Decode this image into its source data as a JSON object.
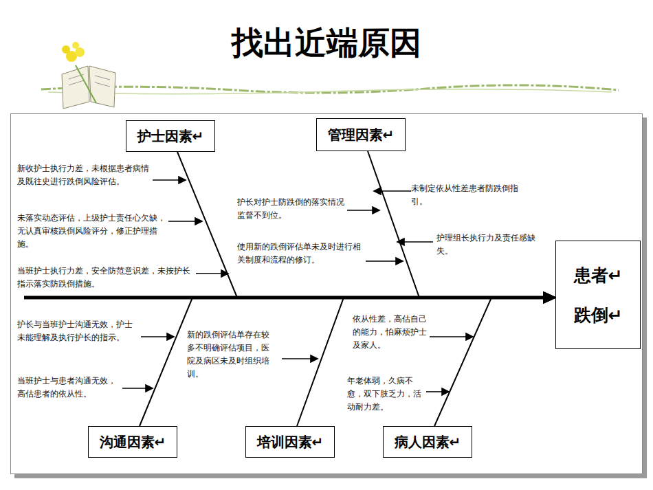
{
  "diagram": {
    "title": "找出近端原因",
    "nodes": [
      {
        "text": [
          "护士因素↵"
        ]
      },
      {
        "text": [
          "管理因素↵"
        ]
      },
      {
        "text": [
          "患者↵",
          "跌倒↵"
        ]
      },
      {
        "text": [
          "沟通因素↵"
        ]
      },
      {
        "text": [
          "培训因素↵"
        ]
      },
      {
        "text": [
          "病人因素↵"
        ]
      }
    ],
    "edges": [
      {
        "from": 0,
        "to": 2,
        "arrow": "to"
      },
      {
        "from": 1,
        "to": 2,
        "arrow": "to"
      },
      {
        "from": 3,
        "to": 2,
        "arrow": "to"
      },
      {
        "from": 4,
        "to": 2,
        "arrow": "to"
      },
      {
        "from": 5,
        "to": 2,
        "arrow": "to"
      }
    ],
    "labels": [
      "新收护士执行力差，未根据患者病情及既往史进行跌倒风险评估。",
      "未落实动态评估，上级护士责任心欠缺，无认真审核跌倒风险评分，修正护理措施。",
      "当班护士执行力差，安全防范意识差，未按护长指示落实防跌倒措施。",
      "未制定依从性差患者防跌倒指引。",
      "护长对护士防跌倒的落实情况监督不到位。",
      "护理组长执行力及责任感缺失。",
      "使用新的跌倒评估单未及时进行相关制度和流程的修订。",
      "护长与当班护士沟通无效，护士未能理解及执行护长的指示。",
      "当班护士与患者沟通无效，高估患者的依从性。",
      "新的跌倒评估单存在较多不明确评估项目，医院及病区未及时组织培训。",
      "依从性差，高估自己的能力，怕麻烦护士及家人。",
      "年老体弱，久病不愈，双下肢乏力，活动耐力差。"
    ]
  }
}
